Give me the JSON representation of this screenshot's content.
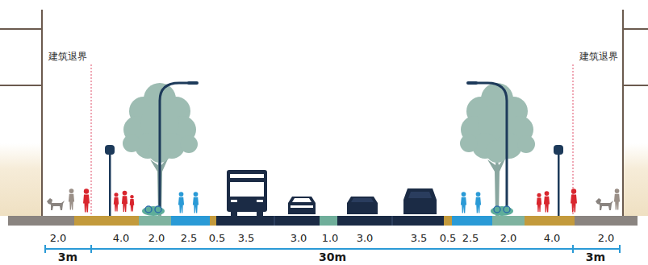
{
  "diagram": {
    "labels": [
      "建筑退界",
      "建筑退界",
      "2.0",
      "4.0",
      "2.0",
      "2.5",
      "0.5",
      "3.5",
      "3.0",
      "1.0",
      "3.0",
      "3.5",
      "0.5",
      "2.5",
      "2.0",
      "4.0",
      "2.0",
      "3m",
      "30m",
      "3m"
    ]
  }
}
